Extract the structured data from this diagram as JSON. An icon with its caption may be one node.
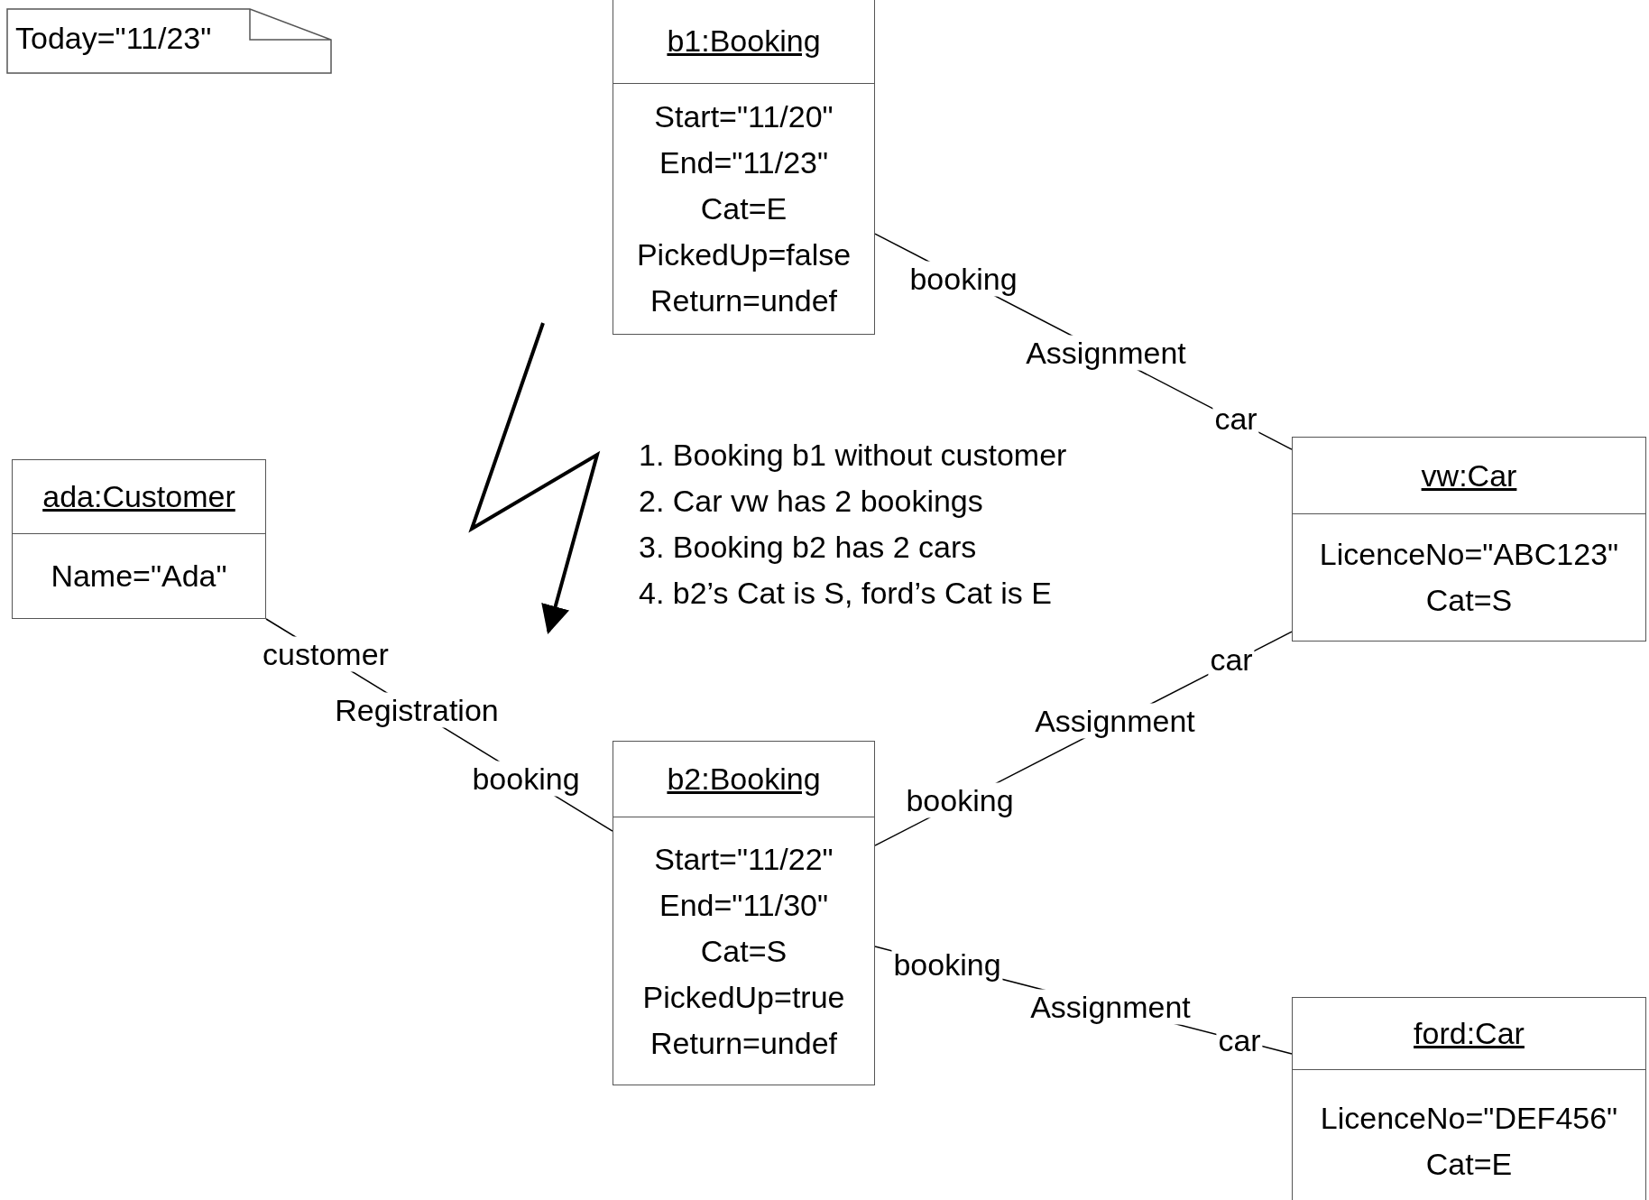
{
  "diagram": {
    "nodes": [
      {
        "text": [
          "Today=\"11/23\""
        ]
      },
      {
        "text": [
          "b1:Booking",
          "Start=\"11/20\"",
          "End=\"11/23\"",
          "Cat=E",
          "PickedUp=false",
          "Return=undef"
        ]
      },
      {
        "text": [
          "vw:Car",
          "LicenceNo=\"ABC123\"",
          "Cat=S"
        ]
      },
      {
        "text": [
          "ada:Customer",
          "Name=\"Ada\""
        ]
      },
      {
        "text": [
          "b2:Booking",
          "Start=\"11/22\"",
          "End=\"11/30\"",
          "Cat=S",
          "PickedUp=true",
          "Return=undef"
        ]
      },
      {
        "text": [
          "ford:Car",
          "LicenceNo=\"DEF456\"",
          "Cat=E"
        ]
      }
    ],
    "edges": [
      {
        "from": 1,
        "to": 2,
        "arrow": "none",
        "label": "Assignment"
      },
      {
        "from": 3,
        "to": 4,
        "arrow": "none",
        "label": "Registration"
      },
      {
        "from": 4,
        "to": 2,
        "arrow": "none",
        "label": "Assignment"
      },
      {
        "from": 4,
        "to": 5,
        "arrow": "none",
        "label": "Assignment"
      }
    ],
    "labels": [
      "booking",
      "car",
      "1. Booking b1 without customer",
      "2. Car vw has 2 bookings",
      "3. Booking b2 has 2 cars",
      "4. b2’s Cat is S, ford’s Cat is E",
      "customer",
      "car",
      "booking",
      "booking",
      "booking",
      "car"
    ]
  }
}
